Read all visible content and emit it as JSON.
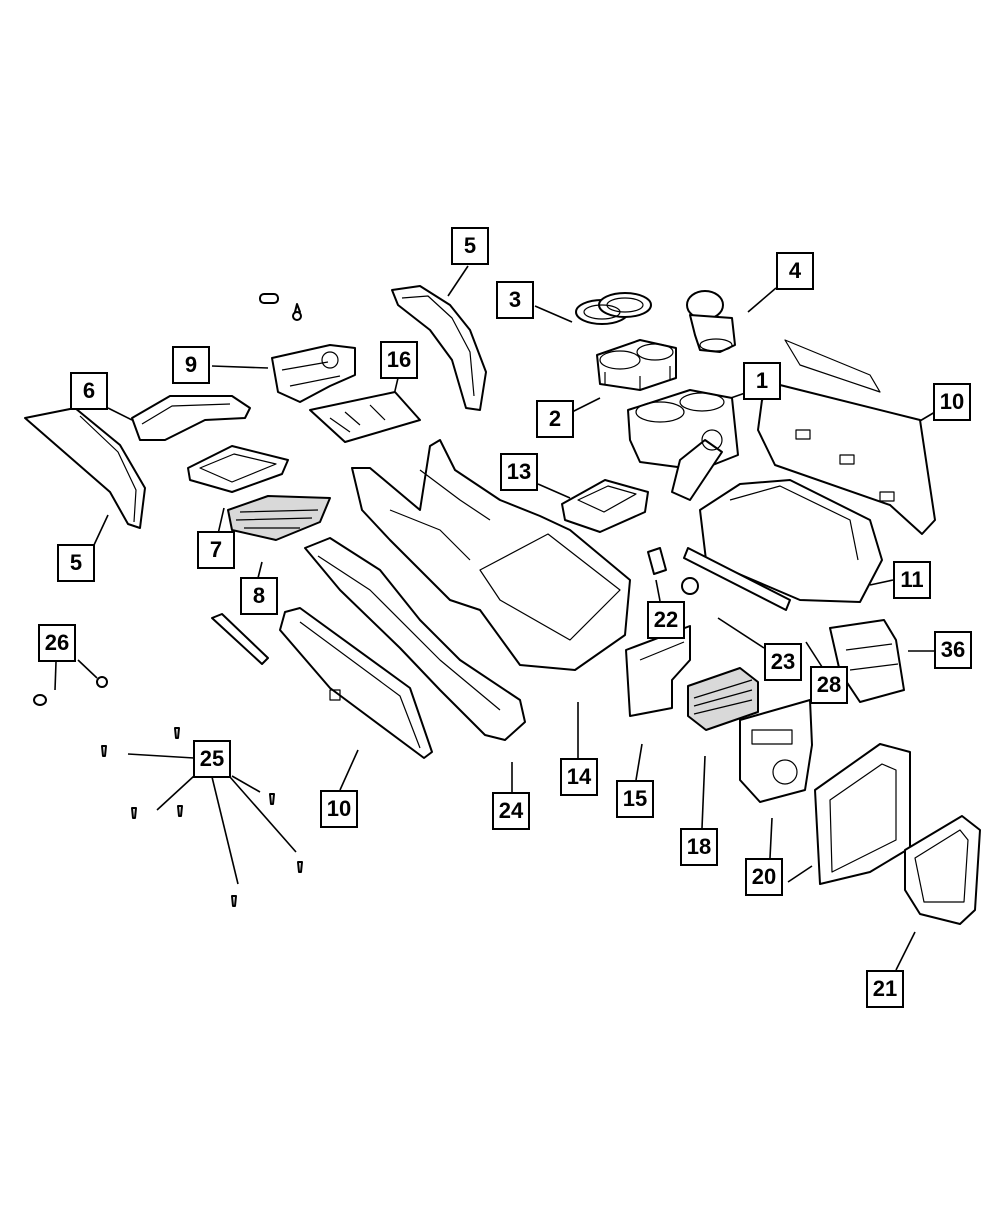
{
  "callouts": {
    "c1": "1",
    "c2": "2",
    "c3": "3",
    "c4": "4",
    "c5a": "5",
    "c5b": "5",
    "c6": "6",
    "c7": "7",
    "c8": "8",
    "c9": "9",
    "c10a": "10",
    "c10b": "10",
    "c11": "11",
    "c13": "13",
    "c14": "14",
    "c15": "15",
    "c16": "16",
    "c18": "18",
    "c20": "20",
    "c21": "21",
    "c22": "22",
    "c23": "23",
    "c24": "24",
    "c25": "25",
    "c26": "26",
    "c28": "28",
    "c36": "36"
  },
  "colors": {
    "line": "#000000",
    "background": "#ffffff",
    "shade": "#d9d9d9"
  }
}
